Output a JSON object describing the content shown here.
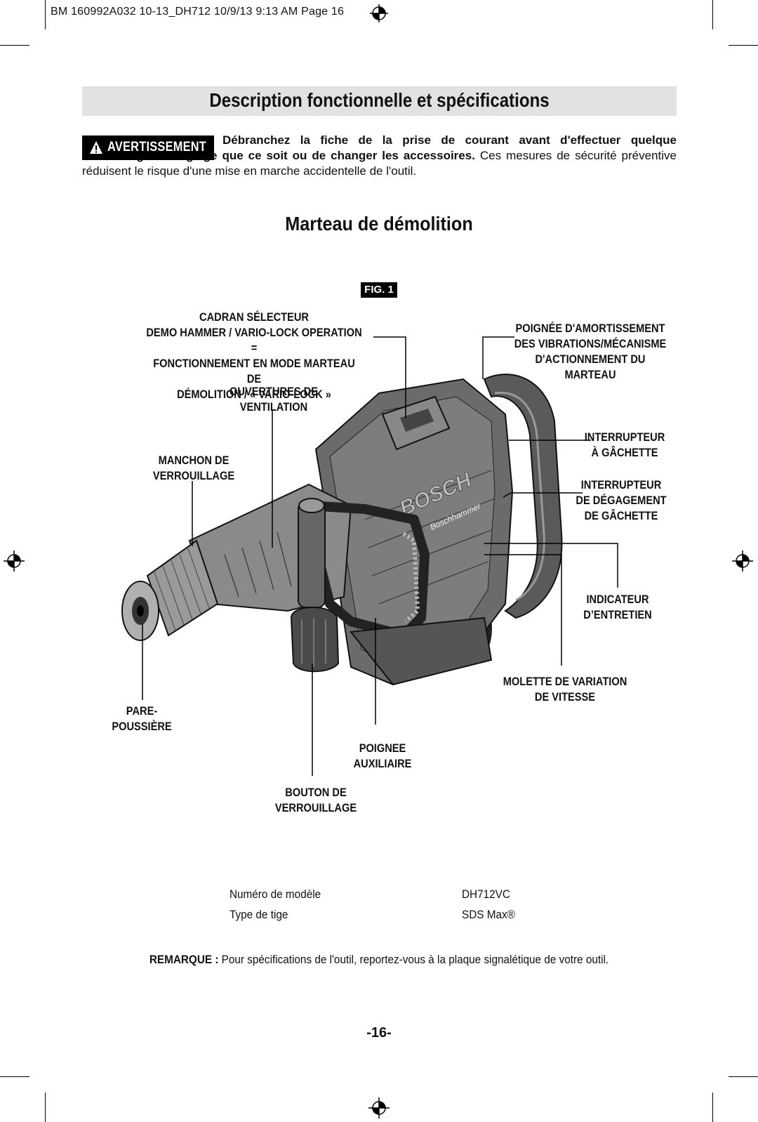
{
  "slug_line": "BM 160992A032 10-13_DH712  10/9/13  9:13 AM  Page 16",
  "section_title": "Description fonctionnelle et spécifications",
  "warning": {
    "badge": "AVERTISSEMENT",
    "bold_text": "Débranchez la fiche de la prise de courant avant d'effectuer quelque assemblage ou réglage que ce soit ou de changer les accessoires.",
    "normal_text": " Ces mesures de sécurité préventive réduisent le risque d'une mise en marche accidentelle de l'outil."
  },
  "subtitle": "Marteau de démolition",
  "figure_label": "FIG. 1",
  "callouts": {
    "selector": "CADRAN SÉLECTEUR\nDEMO HAMMER / VARIO-LOCK OPERATION =\nFONCTIONNEMENT EN MODE MARTEAU DE\nDÉMOLITION / « VARIO-LOCK »",
    "vents": "OUVERTURES DE\nVENTILATION",
    "sleeve": "MANCHON DE\nVERROUILLAGE",
    "dust": "PARE-\nPOUSSIÈRE",
    "handle_damping": "POIGNÉE D'AMORTISSEMENT\nDES VIBRATIONS/MÉCANISME\nD'ACTIONNEMENT DU\nMARTEAU",
    "trigger": "INTERRUPTEUR\nÀ GÂCHETTE",
    "trigger_release": "INTERRUPTEUR\nDE DÉGAGEMENT\nDE GÂCHETTE",
    "service": "INDICATEUR\nD’ENTRETIEN",
    "speed": "MOLETTE DE VARIATION\nDE VITESSE",
    "aux_handle": "POIGNEE\nAUXILIAIRE",
    "lock_button": "BOUTON DE\nVERROUILLAGE"
  },
  "brand_marks": {
    "brand": "BOSCH",
    "model_name": "Boschhammer"
  },
  "specs": [
    {
      "label": "Numéro de modèle",
      "value": "DH712VC"
    },
    {
      "label": "Type de tige",
      "value": "SDS Max®"
    }
  ],
  "note": {
    "label": "REMARQUE :",
    "text": " Pour spécifications de l'outil, reportez-vous à la plaque signalétique de votre outil."
  },
  "page_number": "-16-"
}
